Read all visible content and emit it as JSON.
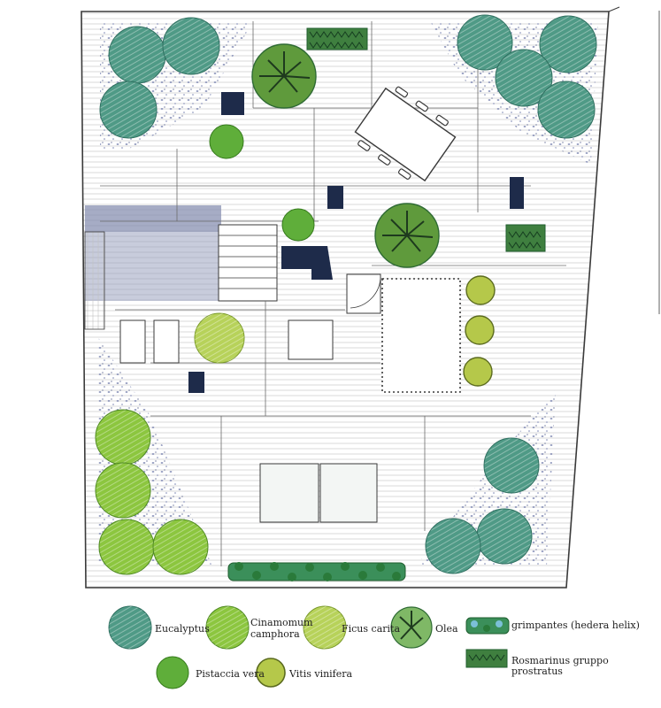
{
  "legend": {
    "eucalyptus": "Eucalyptus",
    "cinnamomum_line1": "Cinamomum",
    "cinnamomum_line2": "camphora",
    "ficus": "Ficus carita",
    "olea": "Olea",
    "hedera": "grimpantes (hedera helix)",
    "pistacia": "Pistaccia vera",
    "vitis": "Vitis vinifera",
    "rosmarinus": "Rosmarinus  gruppo prostratus"
  },
  "colors": {
    "eucalyptus": "#4f9a86",
    "cinnamomum": "#8cc63f",
    "ficus": "#b7d25a",
    "pistacia": "#5fae3a",
    "olea": "#2f6b34",
    "hedera": "#3b8f5a",
    "rosmarinus": "#1f5e2e",
    "outline": "#3a3a3a",
    "gravel": "#6d78a8",
    "dark_fill": "#1e2b4a"
  }
}
